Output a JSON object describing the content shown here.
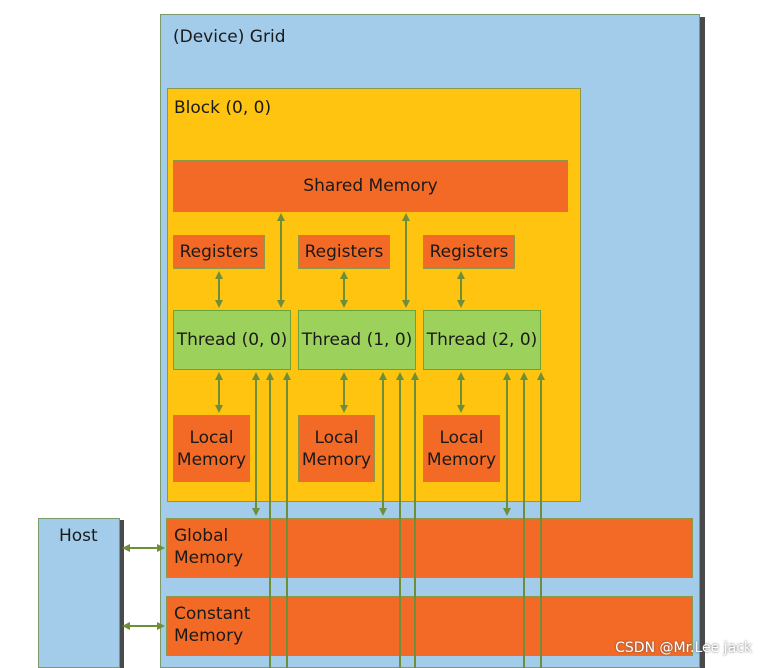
{
  "diagram": {
    "grid_label": "(Device) Grid",
    "block_label": "Block (0, 0)",
    "shared_memory": "Shared Memory",
    "registers": [
      "Registers",
      "Registers",
      "Registers"
    ],
    "threads": [
      "Thread (0, 0)",
      "Thread (1, 0)",
      "Thread (2, 0)"
    ],
    "local_memory": [
      {
        "line1": "Local",
        "line2": "Memory"
      },
      {
        "line1": "Local",
        "line2": "Memory"
      },
      {
        "line1": "Local",
        "line2": "Memory"
      }
    ],
    "global_memory": {
      "line1": "Global",
      "line2": "Memory"
    },
    "constant_memory": {
      "line1": "Constant",
      "line2": "Memory"
    },
    "host_label": "Host"
  },
  "colors": {
    "grid": "#a3cbea",
    "block": "#fec40f",
    "memory": "#f26a26",
    "thread": "#9cd15c",
    "arrow": "#6e8e3a"
  },
  "watermark": "CSDN @Mr.Lee jack"
}
